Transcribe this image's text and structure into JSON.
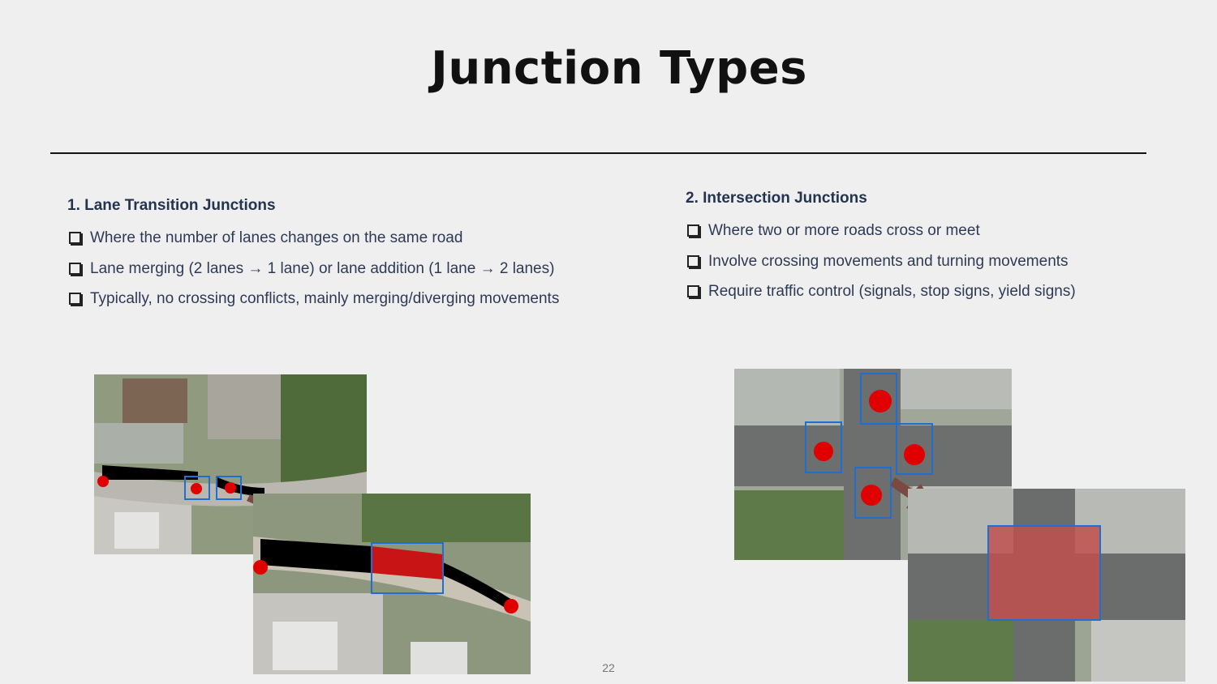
{
  "title": "Junction Types",
  "left": {
    "heading": "1. Lane Transition Junctions",
    "bullets": [
      "Where the number of lanes changes on the same road",
      "Lane merging (2 lanes → 1 lane) or lane addition (1 lane → 2 lanes)",
      "Typically, no crossing conflicts, mainly merging/diverging movements"
    ]
  },
  "right": {
    "heading": "2. Intersection Junctions",
    "bullets": [
      "Where two or more roads cross or meet",
      "Involve crossing movements and turning movements",
      "Require traffic control (signals, stop signs, yield signs)"
    ]
  },
  "page_number": "22",
  "colors": {
    "highlight_box": "#1f6fd1",
    "marker": "#e00000",
    "arrow": "#7a4a42",
    "junction_fill": "#c0504d"
  }
}
